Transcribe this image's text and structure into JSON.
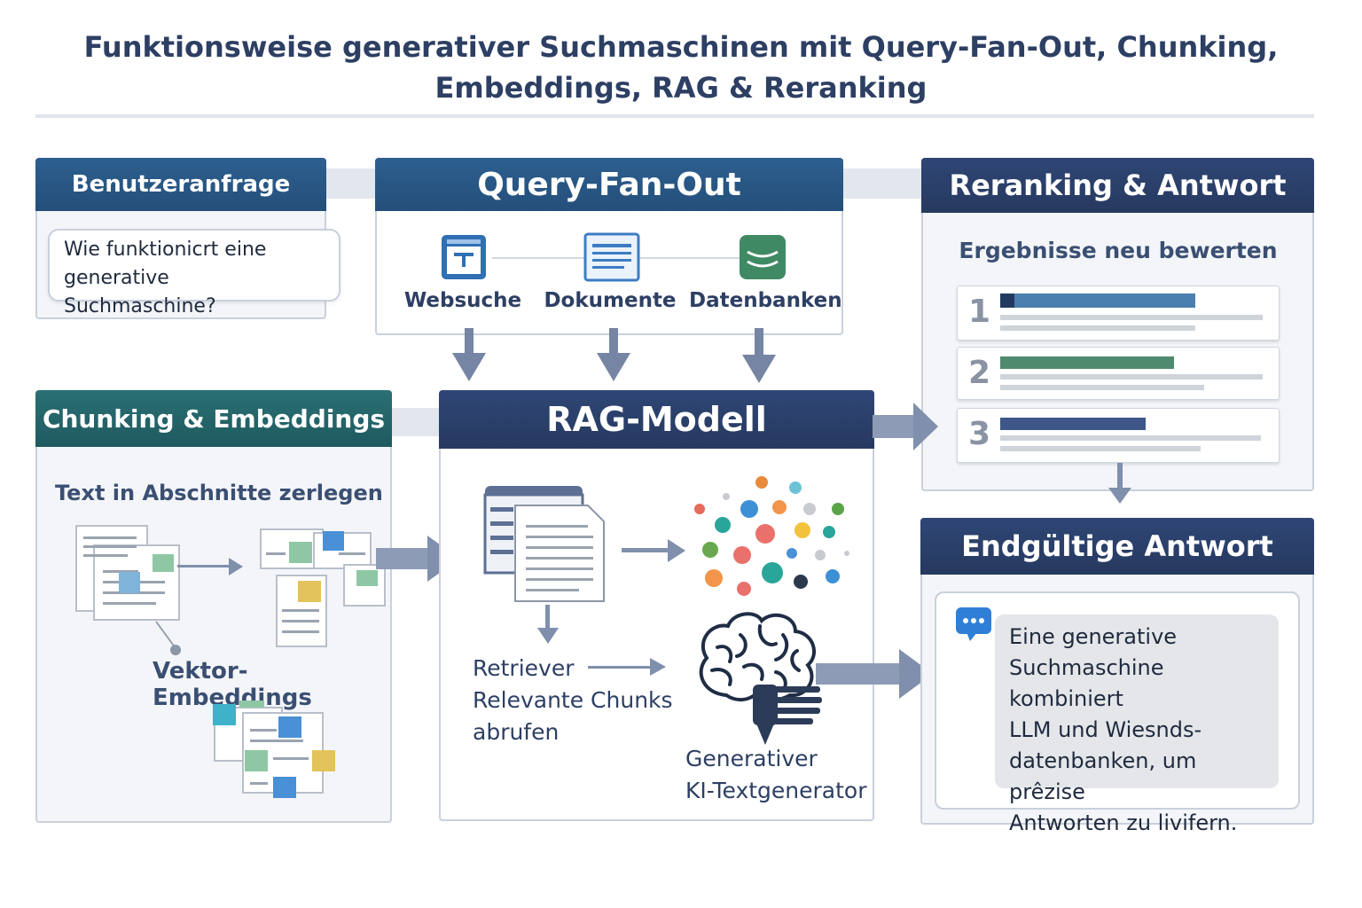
{
  "title_line1": "Funktionsweise generativer Suchmaschinen mit Query-Fan-Out, Chunking,",
  "title_line2": "Embeddings, RAG & Reranking",
  "user_query": {
    "header": "Benutzeranfrage",
    "line1": "Wie funktionicrt eine",
    "line2": "generative Suchmaschine?"
  },
  "fan_out": {
    "header": "Query-Fan-Out",
    "sources": [
      {
        "label": "Websuche",
        "icon": "browser-icon"
      },
      {
        "label": "Dokumente",
        "icon": "document-icon"
      },
      {
        "label": "Datenbanken",
        "icon": "database-icon"
      }
    ]
  },
  "reranking": {
    "header": "Reranking & Antwort",
    "subtitle": "Ergebnisse neu bewerten",
    "ranks": [
      "1",
      "2",
      "3"
    ]
  },
  "chunking": {
    "header": "Chunking & Embeddings",
    "subtitle": "Text in Abschnitte zerlegen",
    "vector_label": "Vektor-Embeddings"
  },
  "rag": {
    "header": "RAG-Modell",
    "retriever_line1": "Retriever",
    "retriever_line2": "Relevante Chunks",
    "retriever_line3": "abrufen",
    "generator_line1": "Generativer",
    "generator_line2": "KI-Textgenerator"
  },
  "final": {
    "header": "Endgültige Antwort",
    "lines": [
      "Eine generative",
      "Suchmaschine kombiniert",
      "LLM und Wiesnds-",
      "datenbanken, um prêzise",
      "Antworten zu livifern."
    ]
  },
  "colors": {
    "navy": "#2d4370",
    "teal": "#246468",
    "blue": "#2d5f8f",
    "arrow": "#7f8fac"
  }
}
